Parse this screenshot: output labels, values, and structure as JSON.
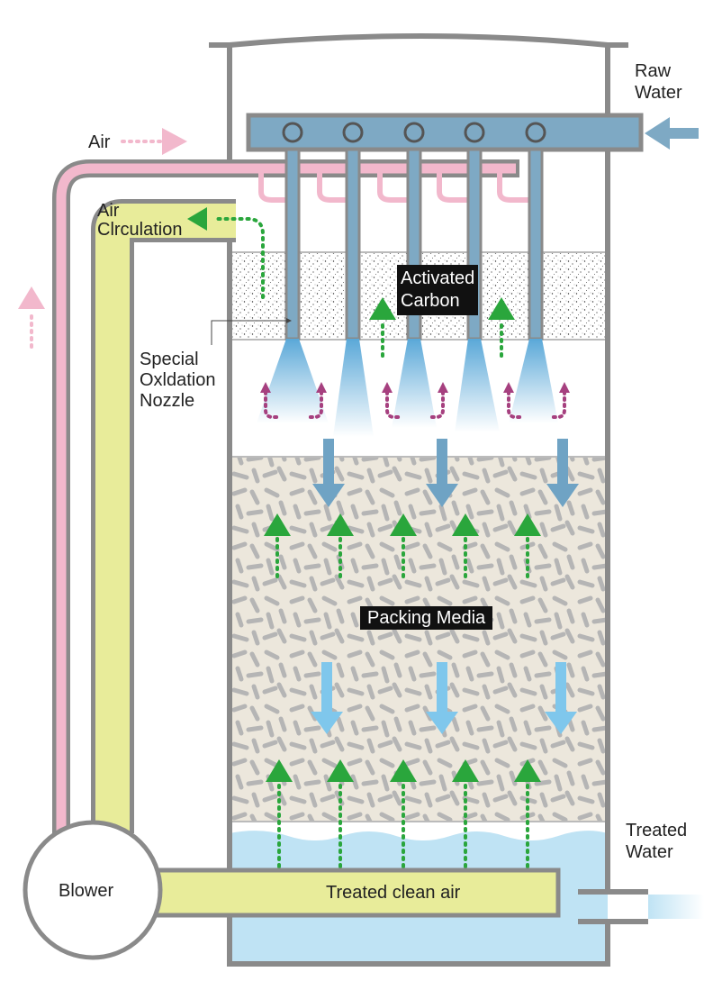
{
  "labels": {
    "raw_water_line1": "Raw",
    "raw_water_line2": "Water",
    "air": "Air",
    "air_circulation_line1": "Air",
    "air_circulation_line2": "Clrculation",
    "activated_carbon_line1": "Activated",
    "activated_carbon_line2": "Carbon",
    "nozzle_line1": "Special",
    "nozzle_line2": "Oxldation",
    "nozzle_line3": "Nozzle",
    "packing_media": "Packing Media",
    "treated_water_line1": "Treated",
    "treated_water_line2": "Water",
    "blower": "Blower",
    "treated_clean_air": "Treated clean air"
  },
  "colors": {
    "wall": "#8a8a8a",
    "raw_water_pipe": "#7ea9c4",
    "air_pipe": "#f2b8cc",
    "circulation_pipe": "#e8ec9a",
    "air_arrow": "#2aa63c",
    "water_arrow": "#6fa3c4",
    "light_water_arrow": "#7fc7ec",
    "oxidation_arrow": "#a6407f",
    "packing_bg": "#ece7dc",
    "packing_chip": "#b5b5b5",
    "treated_water": "#bfe3f4",
    "label_box": "#111111"
  }
}
